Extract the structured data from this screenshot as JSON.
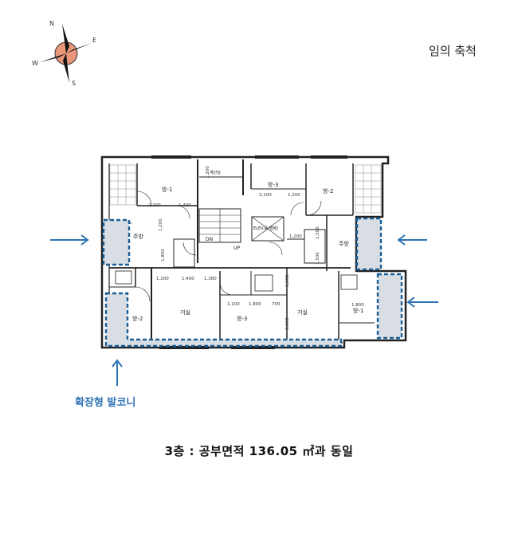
{
  "scale_note": "임의 축척",
  "compass": {
    "n": "N",
    "e": "E",
    "s": "S",
    "w": "W"
  },
  "balcony_label": "확장형 발코니",
  "caption": "3층 : 공부면적 136.05 ㎡과 동일",
  "rooms": {
    "room1_left": "방-1",
    "room2_left": "방-2",
    "kitchen_left": "주방",
    "living_left": "거실",
    "room3_mid": "방-3",
    "room3_top": "방-3",
    "room2_top": "방-2",
    "kitchen_right": "주방",
    "living_right": "거실",
    "room1_right": "방-1",
    "elevator_hall": "계단실",
    "ev": "ELEV.홀(엘베)",
    "dn": "DN",
    "up": "UP"
  },
  "dimensions": {
    "d1": "2,200",
    "d2": "1,400",
    "d3": "1,200",
    "d4": "1,800",
    "d5": "1,200",
    "d6": "1,400",
    "d7": "1,380",
    "d8": "1,100",
    "d9": "1,800",
    "d10": "700",
    "d11": "1,500",
    "d12": "3,900",
    "d13": "2,100",
    "d14": "1,200",
    "d15": "1,200",
    "d16": "1,500",
    "d17": "1,500",
    "d18": "1,800",
    "d19": "1,200"
  },
  "colors": {
    "balcony_outline": "#1a5e96",
    "balcony_fill": "#d8dee4",
    "arrow": "#2f73b4",
    "label": "#2f73b4",
    "wall": "#222222"
  }
}
